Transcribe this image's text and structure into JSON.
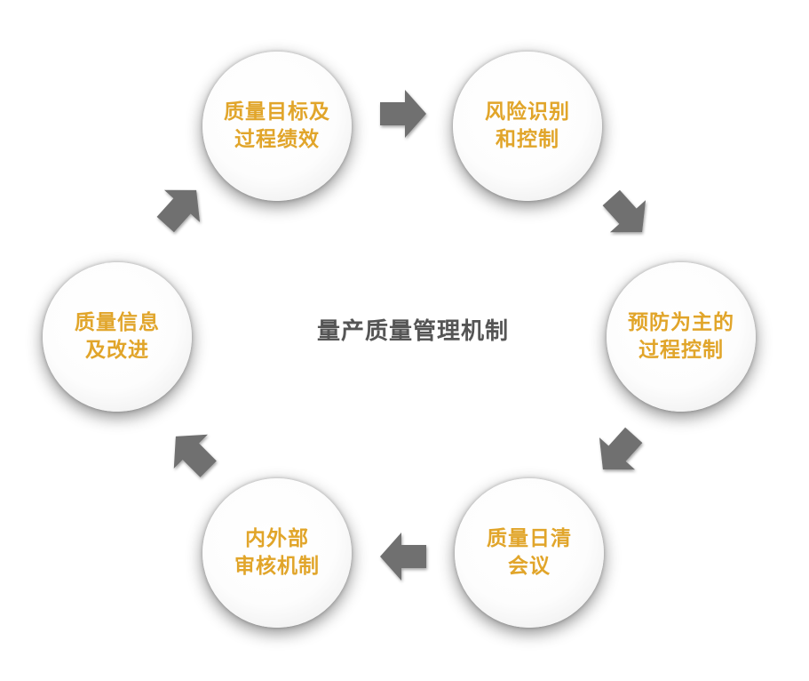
{
  "title": "量产质量管理机制",
  "nodes": [
    {
      "id": "quality-goals",
      "label": "质量目标及\n过程绩效"
    },
    {
      "id": "risk-control",
      "label": "风险识别\n和控制"
    },
    {
      "id": "prevention",
      "label": "预防为主的\n过程控制"
    },
    {
      "id": "daily-meeting",
      "label": "质量日清\n会议"
    },
    {
      "id": "audit",
      "label": "内外部\n审核机制"
    },
    {
      "id": "quality-info",
      "label": "质量信息\n及改进"
    }
  ],
  "colors": {
    "label": "#e1a52a",
    "title": "#555555",
    "arrow": "#6f6f6f"
  }
}
